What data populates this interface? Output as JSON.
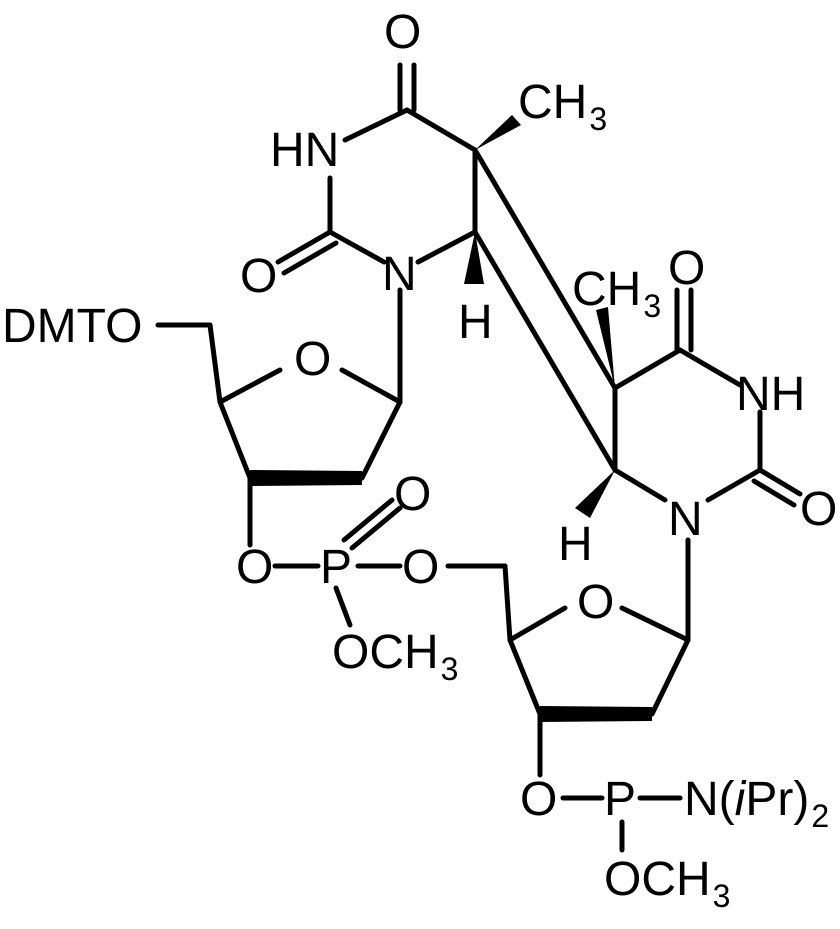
{
  "structure": {
    "labels": {
      "o_top": "O",
      "nh_upper": "HN",
      "ch3_upper": "CH",
      "ch3_upper_sub": "3",
      "o_upper_left": "O",
      "n_upper": "N",
      "h_upper": "H",
      "dmto": "DMTO",
      "ring_o_upper": "O",
      "ch3_lower": "CH",
      "ch3_lower_sub": "3",
      "o_lower_top": "O",
      "nh_lower": "NH",
      "n_lower": "N",
      "o_lower_right": "O",
      "h_lower": "H",
      "p_o_double": "O",
      "o_ester_left": "O",
      "p_phosphate": "P",
      "o_ester_right": "O",
      "och3_phosphate": "OCH",
      "och3_phosphate_sub": "3",
      "ring_o_lower": "O",
      "o_phosphoramidite": "O",
      "p_phosphoramidite": "P",
      "n_amine": "N(",
      "n_amine_italic": "i",
      "n_amine_tail": "Pr)",
      "n_amine_sub": "2",
      "och3_phosphoramidite": "OCH",
      "och3_phosphoramidite_sub": "3"
    }
  }
}
